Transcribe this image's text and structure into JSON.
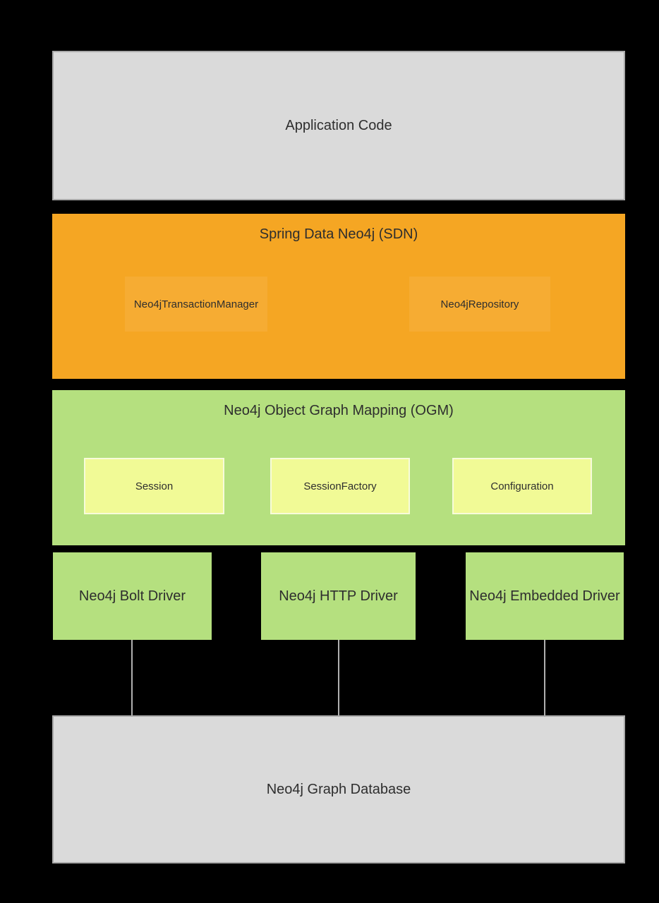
{
  "diagram": {
    "layers": {
      "application": {
        "label": "Application Code"
      },
      "sdn": {
        "title": "Spring Data Neo4j (SDN)",
        "components": [
          {
            "label": "Neo4jTransactionManager"
          },
          {
            "label": "Neo4jRepository"
          }
        ]
      },
      "ogm": {
        "title": "Neo4j Object Graph Mapping (OGM)",
        "components": [
          {
            "label": "Session"
          },
          {
            "label": "SessionFactory"
          },
          {
            "label": "Configuration"
          }
        ]
      },
      "drivers": [
        {
          "label": "Neo4j Bolt Driver"
        },
        {
          "label": "Neo4j HTTP Driver"
        },
        {
          "label": "Neo4j Embedded Driver"
        }
      ],
      "database": {
        "label": "Neo4j Graph Database"
      }
    },
    "colors": {
      "canvas_bg": "#000000",
      "gray_box": "#dadada",
      "gray_border": "#a9a9a9",
      "orange": "#f5a623",
      "orange_inner": "#f6ac33",
      "green": "#b5e07f",
      "yellow_green": "#f1fa96",
      "yellow_border": "#f7fbda",
      "connector": "#b0b0b0",
      "text": "#2e2e2e"
    }
  }
}
